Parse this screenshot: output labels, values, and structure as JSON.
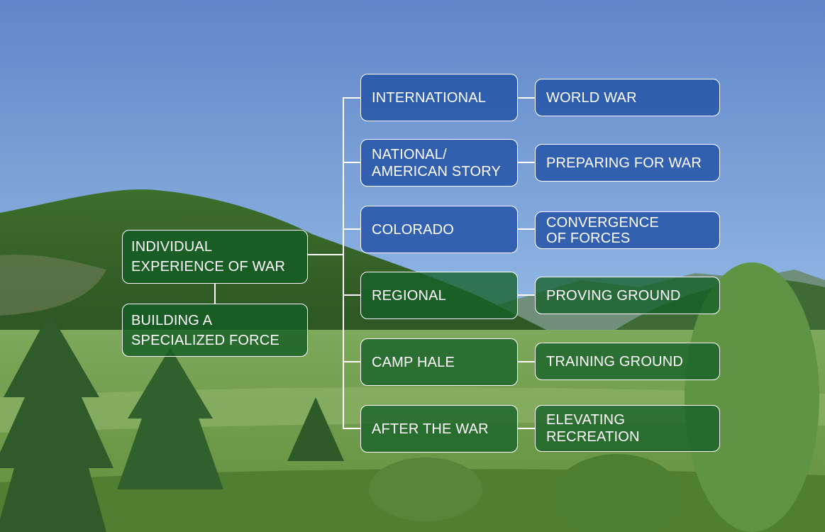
{
  "left_column": [
    {
      "label": "INDIVIDUAL\nEXPERIENCE OF WAR"
    },
    {
      "label": "BUILDING A\nSPECIALIZED FORCE"
    }
  ],
  "middle_column": [
    {
      "label": "INTERNATIONAL"
    },
    {
      "label": "NATIONAL/\nAMERICAN STORY"
    },
    {
      "label": "COLORADO"
    },
    {
      "label": "REGIONAL"
    },
    {
      "label": "CAMP HALE"
    },
    {
      "label": "AFTER THE WAR"
    }
  ],
  "right_column": [
    {
      "label": "WORLD WAR"
    },
    {
      "label": "PREPARING FOR WAR"
    },
    {
      "label": "CONVERGENCE\nOF FORCES"
    },
    {
      "label": "PROVING GROUND"
    },
    {
      "label": "TRAINING GROUND"
    },
    {
      "label": "ELEVATING RECREATION"
    }
  ],
  "colors": {
    "blue_box": "#2856aa",
    "green_box": "#166028",
    "connector": "#ffffff"
  }
}
